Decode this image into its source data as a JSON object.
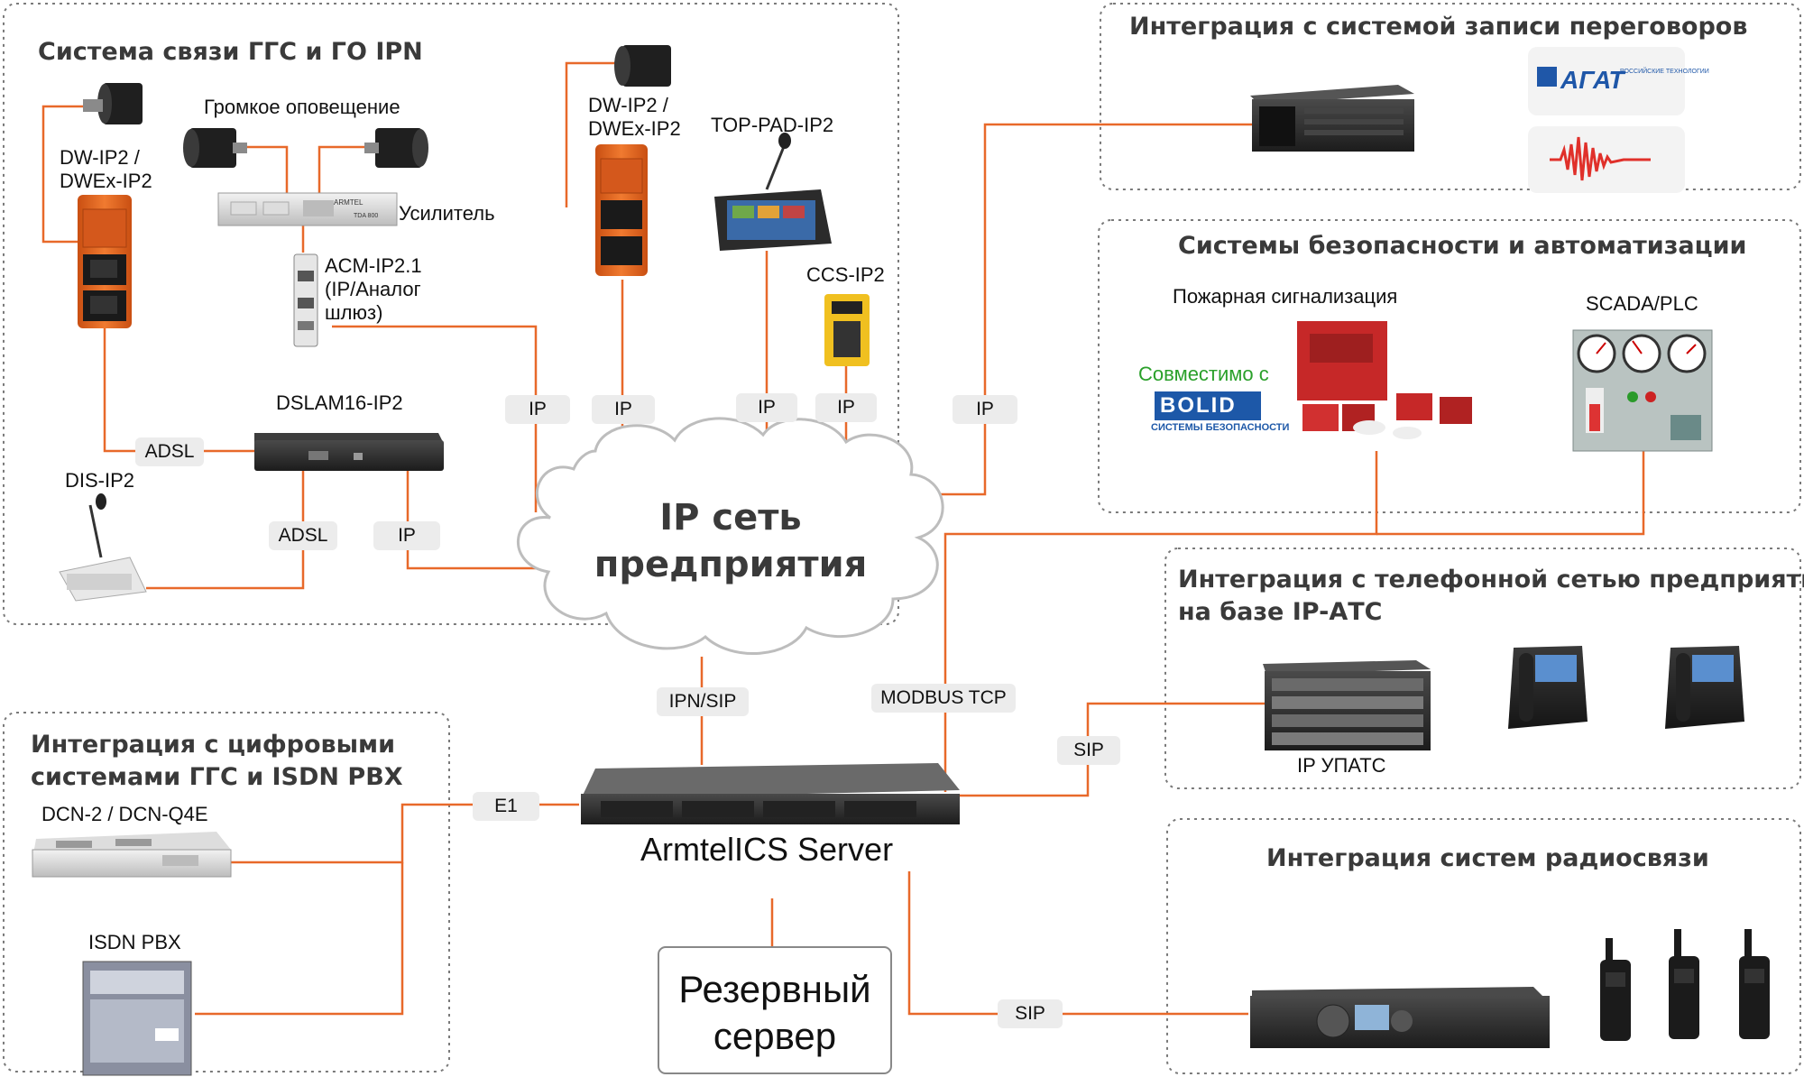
{
  "groups": {
    "ggs_ipn": "Система связи ГГС и ГО IPN",
    "recording": "Интеграция с системой записи переговоров",
    "security": "Системы безопасности и автоматизации",
    "phone_line1": "Интеграция с телефонной сетью предприятия",
    "phone_line2": "на базе IP-АТС",
    "digital_line1": "Интеграция с цифровыми",
    "digital_line2": "системами ГГС и ISDN PBX",
    "radio": "Интеграция систем радиосвязи"
  },
  "devices": {
    "loud_alert": "Громкое оповещение",
    "dw_left_1": "DW-IP2 /",
    "dw_left_2": "DWEx-IP2",
    "dw_mid_1": "DW-IP2 /",
    "dw_mid_2": "DWEx-IP2",
    "amplifier": "Усилитель",
    "amp_brand": "ARMTEL",
    "amp_model": "TDA 800",
    "acm_1": "ACM-IP2.1",
    "acm_2": "(IP/Аналог",
    "acm_3": "шлюз)",
    "top_pad": "TOP-PAD-IP2",
    "ccs": "CCS-IP2",
    "dslam": "DSLAM16-IP2",
    "dis": "DIS-IP2",
    "fire_alarm": "Пожарная сигнализация",
    "scada": "SCADA/PLC",
    "compatible": "Совместимо с",
    "bolid_logo": "BOLID",
    "bolid_sub": "СИСТЕМЫ БЕЗОПАСНОСТИ",
    "agat_logo": "АГАТ",
    "agat_sub": "РОССИЙСКИЕ ТЕХНОЛОГИИ",
    "ip_pbx": "IP УПАТС",
    "dcn": "DCN-2 / DCN-Q4E",
    "isdn": "ISDN PBX",
    "server": "ArmtelICS Server",
    "backup_1": "Резервный",
    "backup_2": "сервер"
  },
  "cloud": {
    "line1": "IP сеть",
    "line2": "предприятия"
  },
  "links": {
    "adsl_1": "ADSL",
    "adsl_2": "ADSL",
    "ip_dslam": "IP",
    "ip_acm": "IP",
    "ip_dw": "IP",
    "ip_toppad": "IP",
    "ip_ccs": "IP",
    "ip_rec": "IP",
    "ipn_sip": "IPN/SIP",
    "modbus": "MODBUS TCP",
    "sip_pbx": "SIP",
    "e1": "E1",
    "sip_radio": "SIP"
  },
  "colors": {
    "line": "#e8692a",
    "group_border": "#7a7a7a",
    "tag_bg": "#ececec",
    "device_orange": "#e8641e",
    "title_text": "#3a3a3a",
    "compatible_text": "#2aa02a",
    "bolid_blue": "#1d58a8",
    "agat_blue": "#1f57a8",
    "waveform_red": "#e0302a"
  }
}
